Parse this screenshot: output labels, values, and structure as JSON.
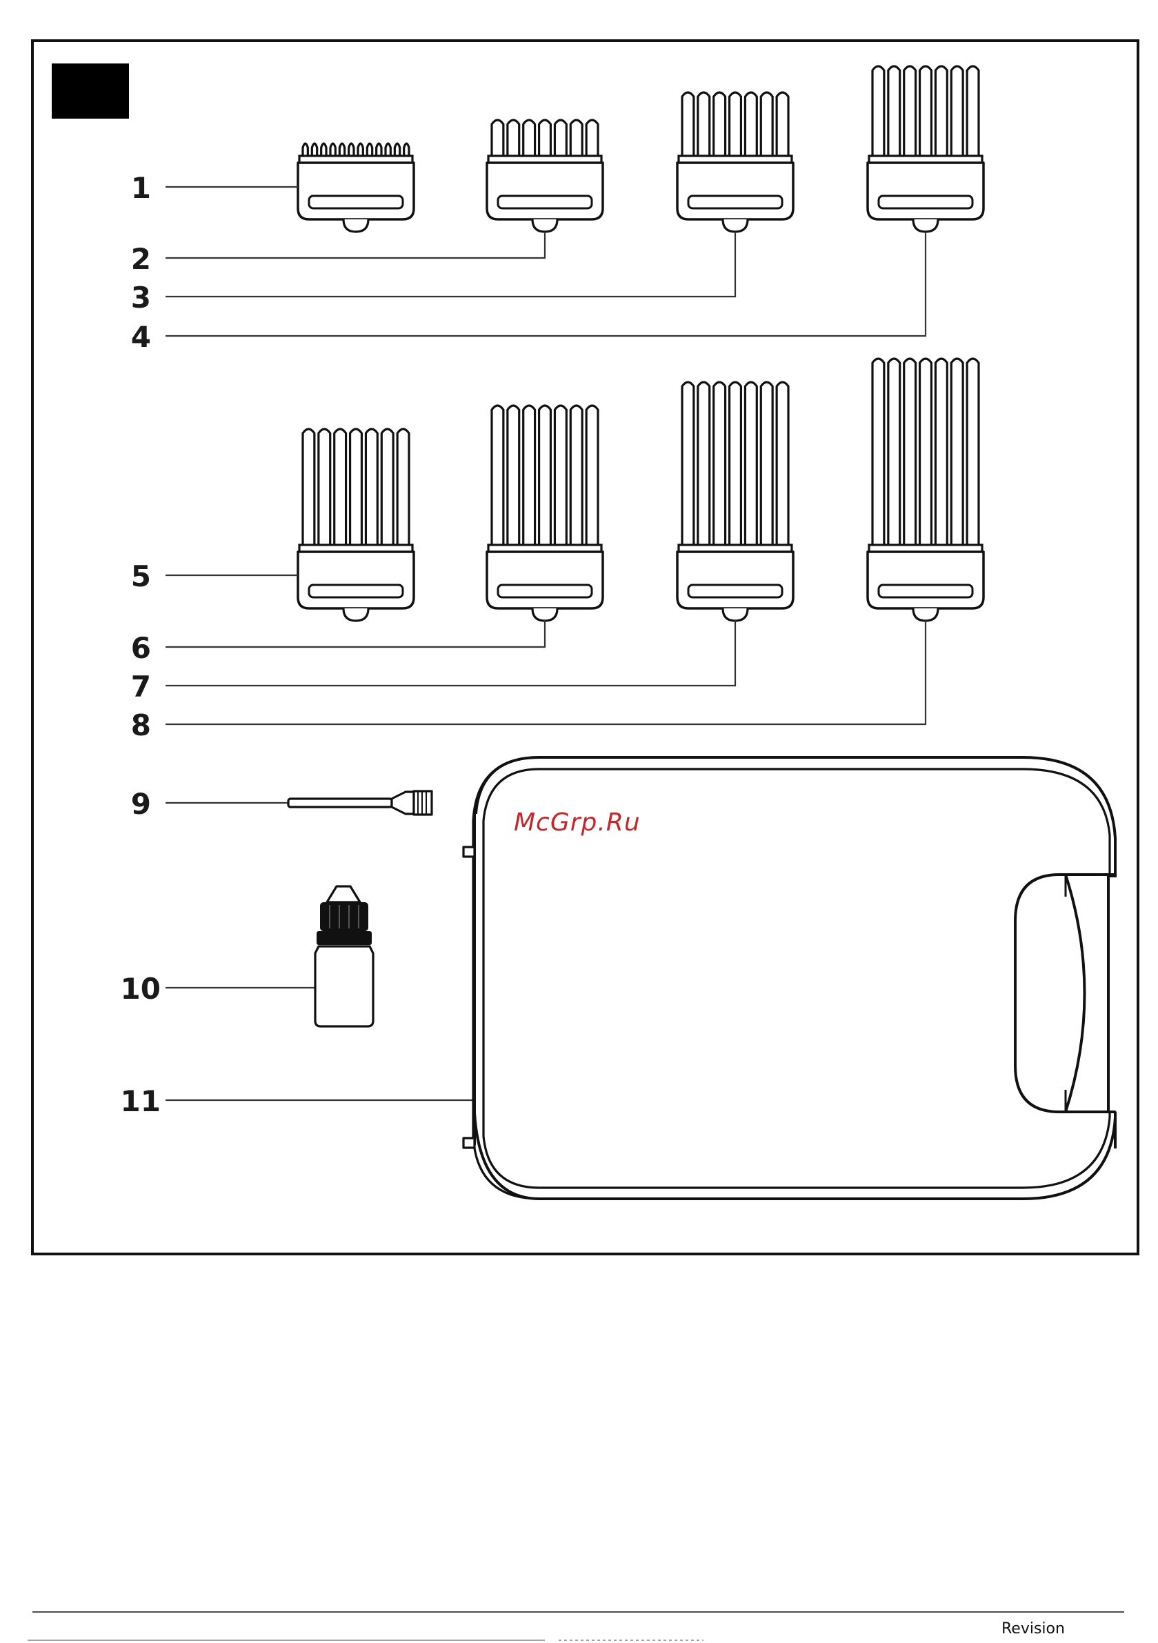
{
  "callouts": [
    "1",
    "2",
    "3",
    "4",
    "5",
    "6",
    "7",
    "8",
    "9",
    "10",
    "11"
  ],
  "watermark": "McGrp.Ru",
  "footer": {
    "revision_label": "Revision"
  },
  "icons": {
    "comb_short": "comb-attachment-icon",
    "comb_long": "comb-attachment-icon",
    "brush": "cleaning-brush-icon",
    "bottle": "oil-bottle-icon",
    "case": "storage-case-icon"
  }
}
